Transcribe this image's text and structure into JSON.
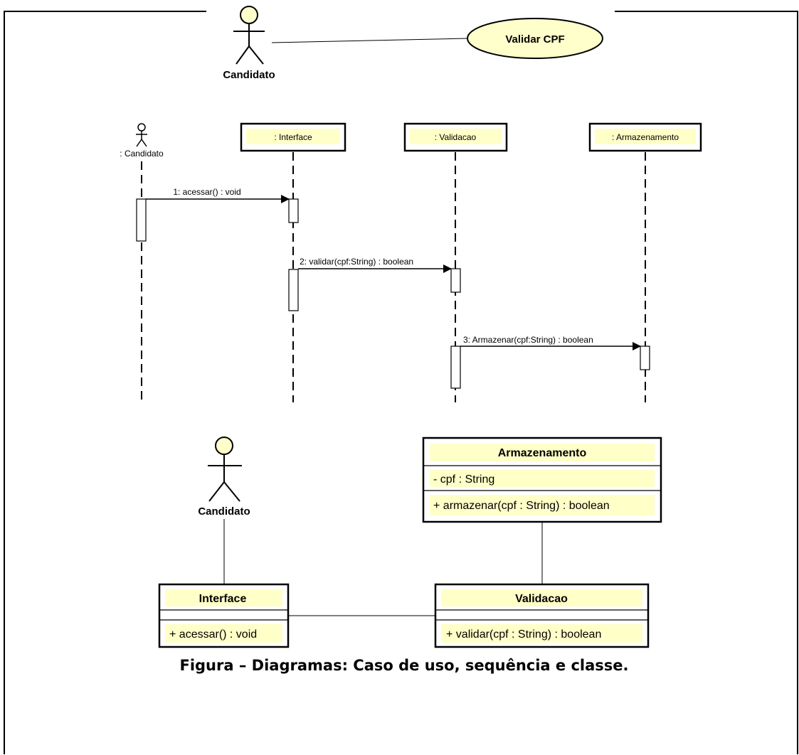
{
  "use_case": {
    "actor": "Candidato",
    "use_case": "Validar CPF"
  },
  "sequence": {
    "actor": ": Candidato",
    "lifelines": [
      ": Interface",
      ": Validacao",
      ": Armazenamento"
    ],
    "messages": [
      "1: acessar() : void",
      "2: validar(cpf:String) : boolean",
      "3: Armazenar(cpf:String) : boolean"
    ]
  },
  "class_diagram": {
    "actor": "Candidato",
    "classes": {
      "armazenamento": {
        "name": "Armazenamento",
        "attribute": "- cpf : String",
        "operation": "+ armazenar(cpf : String) : boolean"
      },
      "interface": {
        "name": "Interface",
        "operation": "+ acessar() : void"
      },
      "validacao": {
        "name": "Validacao",
        "operation": "+ validar(cpf : String) : boolean"
      }
    }
  },
  "caption": "Figura – Diagramas: Caso de uso, sequência e classe.",
  "colors": {
    "fill_yellow": "#ffffcc",
    "label_highlight": "#ffffc8",
    "stroke": "#000000"
  }
}
